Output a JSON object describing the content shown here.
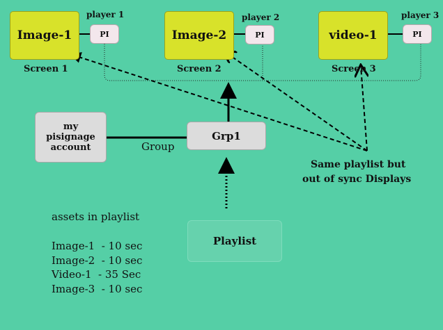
{
  "screens": [
    {
      "content": "Image-1",
      "label": "Screen 1",
      "player": "player 1",
      "pi": "PI"
    },
    {
      "content": "Image-2",
      "label": "Screen 2",
      "player": "player 2",
      "pi": "PI"
    },
    {
      "content": "video-1",
      "label": "Screen 3",
      "player": "player 3",
      "pi": "PI"
    }
  ],
  "account": {
    "line1": "my",
    "line2": "pisignage",
    "line3": "account"
  },
  "group": {
    "label": "Group",
    "name": "Grp1"
  },
  "playlist": {
    "name": "Playlist"
  },
  "note": {
    "line1": "Same playlist but",
    "line2": "out of sync Displays"
  },
  "assets": {
    "title": "assets in playlist",
    "items": [
      "Image-1  - 10 sec",
      "Image-2  - 10 sec",
      "Video-1  - 35 Sec",
      "Image-3  - 10 sec"
    ]
  },
  "colors": {
    "background": "#55cfa6",
    "screen": "#d8e22a",
    "pi": "#f3e7ec",
    "box": "#dcdcdc"
  }
}
